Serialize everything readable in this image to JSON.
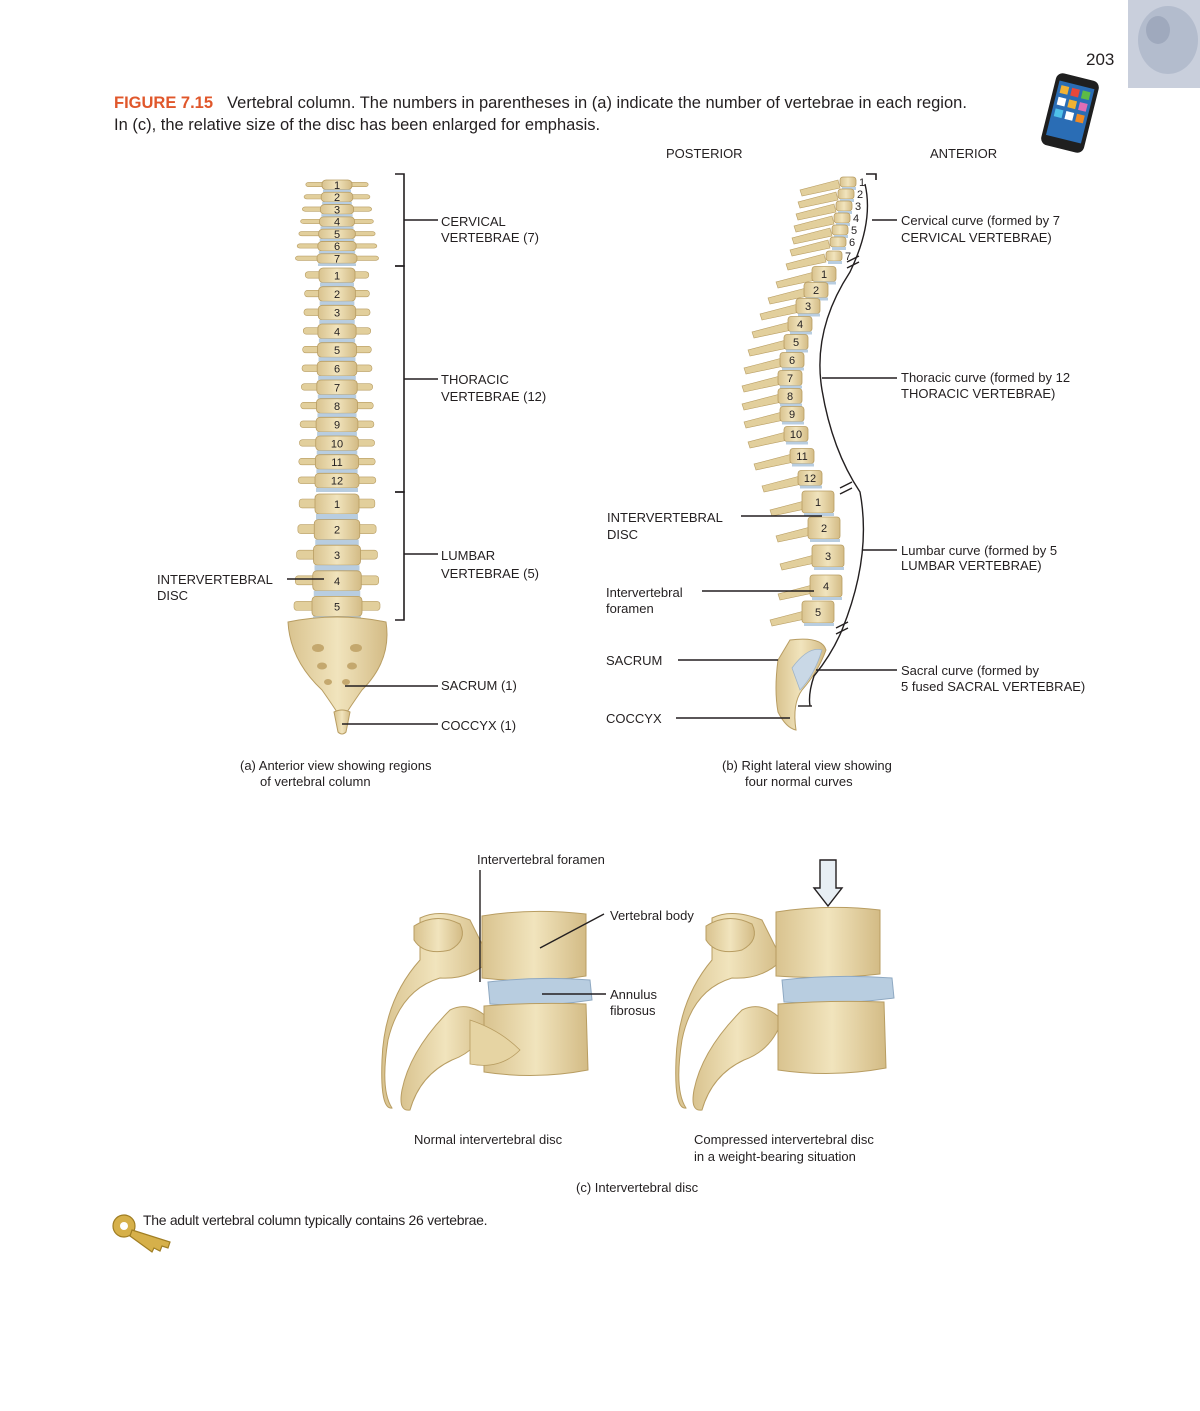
{
  "page_number": "203",
  "figure": {
    "number": "FIGURE 7.15",
    "caption_line1": "Vertebral column. The numbers in parentheses in (a) indicate the number of vertebrae in each region.",
    "caption_line2": "In (c), the relative size of the disc has been enlarged for emphasis."
  },
  "panel_a": {
    "labels": {
      "cervical_1": "CERVICAL",
      "cervical_2": "VERTEBRAE (7)",
      "thoracic_1": "THORACIC",
      "thoracic_2": "VERTEBRAE (12)",
      "lumbar_1": "LUMBAR",
      "lumbar_2": "VERTEBRAE (5)",
      "sacrum": "SACRUM (1)",
      "coccyx": "COCCYX (1)",
      "disc_1": "INTERVERTEBRAL",
      "disc_2": "DISC"
    },
    "cervical_numbers": [
      "1",
      "2",
      "3",
      "4",
      "5",
      "6",
      "7"
    ],
    "thoracic_numbers": [
      "1",
      "2",
      "3",
      "4",
      "5",
      "6",
      "7",
      "8",
      "9",
      "10",
      "11",
      "12"
    ],
    "lumbar_numbers": [
      "1",
      "2",
      "3",
      "4",
      "5"
    ],
    "caption_1": "(a) Anterior view showing regions",
    "caption_2": "of vertebral column"
  },
  "panel_b": {
    "posterior": "POSTERIOR",
    "anterior": "ANTERIOR",
    "labels": {
      "cervical_curve_1": "Cervical curve (formed by 7",
      "cervical_curve_2": "CERVICAL VERTEBRAE)",
      "thoracic_curve_1": "Thoracic curve (formed by 12",
      "thoracic_curve_2": "THORACIC VERTEBRAE)",
      "lumbar_curve_1": "Lumbar curve (formed by 5",
      "lumbar_curve_2": "LUMBAR VERTEBRAE)",
      "sacral_curve_1": "Sacral curve (formed by",
      "sacral_curve_2": "5 fused SACRAL VERTEBRAE)",
      "disc_1": "INTERVERTEBRAL",
      "disc_2": "DISC",
      "foramen_1": "Intervertebral",
      "foramen_2": "foramen",
      "sacrum": "SACRUM",
      "coccyx": "COCCYX"
    },
    "caption_1": "(b) Right lateral view showing",
    "caption_2": "four normal curves"
  },
  "panel_c": {
    "labels": {
      "foramen": "Intervertebral foramen",
      "body": "Vertebral body",
      "annulus_1": "Annulus",
      "annulus_2": "fibrosus"
    },
    "normal_caption": "Normal intervertebral disc",
    "compressed_caption_1": "Compressed intervertebral disc",
    "compressed_caption_2": "in a weight-bearing situation",
    "caption": "(c) Intervertebral disc"
  },
  "key_note": "The adult vertebral column typically contains 26 vertebrae.",
  "colors": {
    "accent": "#e0572b",
    "bone": "#ecdcb0",
    "bone_shadow": "#c9b27a",
    "disc": "#b8cde0"
  }
}
